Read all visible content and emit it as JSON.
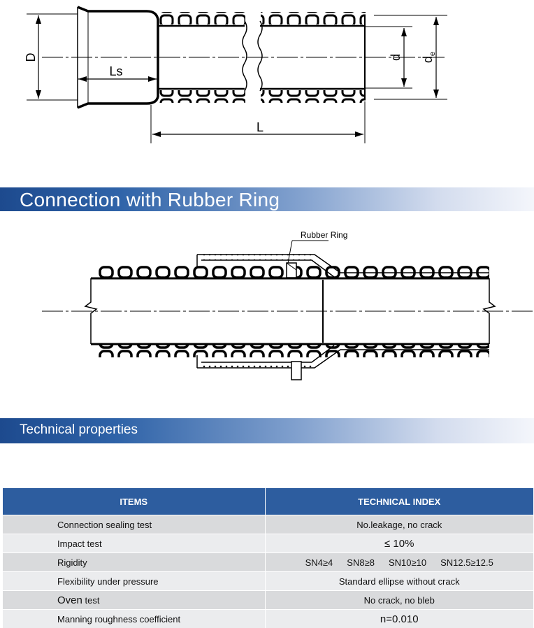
{
  "top_diagram": {
    "labels": {
      "D": "D",
      "Ls": "Ls",
      "d": "d",
      "de": "d",
      "de_sub": "e",
      "L": "L"
    }
  },
  "section_connection": {
    "title": "Connection with Rubber Ring"
  },
  "connection_diagram": {
    "label": "Rubber Ring"
  },
  "section_technical": {
    "title": "Technical properties"
  },
  "table": {
    "headers": [
      "ITEMS",
      "TECHNICAL INDEX"
    ],
    "rows": [
      {
        "item": "Connection sealing test",
        "value": "No.leakage, no crack"
      },
      {
        "item": "Impact test",
        "value": "≤ 10%"
      },
      {
        "item": "Rigidity",
        "value_parts": [
          "SN4≥4",
          "SN8≥8",
          "SN10≥10",
          "SN12.5≥12.5"
        ]
      },
      {
        "item": "Flexibility under pressure",
        "value": "Standard ellipse without crack"
      },
      {
        "item_a": "Oven",
        "item_b": " test",
        "value": "No crack, no bleb"
      },
      {
        "item": "Manning roughness coefficient",
        "value": "n=0.010"
      }
    ]
  }
}
